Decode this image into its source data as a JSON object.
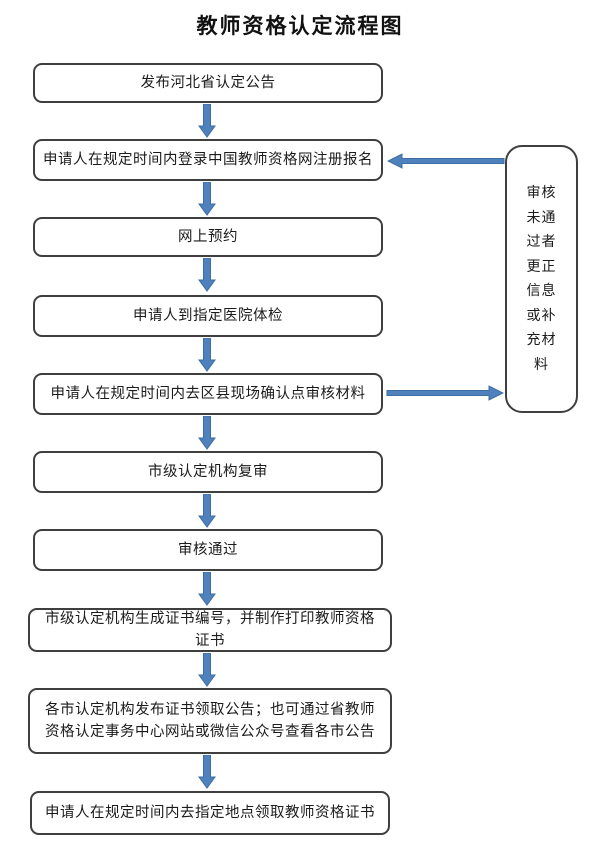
{
  "title": "教师资格认定流程图",
  "flow": {
    "steps": [
      {
        "label": "发布河北省认定公告"
      },
      {
        "label": "申请人在规定时间内登录中国教师资格网注册报名"
      },
      {
        "label": "网上预约"
      },
      {
        "label": "申请人到指定医院体检"
      },
      {
        "label": "申请人在规定时间内去区县现场确认点审核材料"
      },
      {
        "label": "市级认定机构复审"
      },
      {
        "label": "审核通过"
      },
      {
        "label": "市级认定机构生成证书编号，并制作打印教师资格证书"
      },
      {
        "label": "各市认定机构发布证书领取公告；也可通过省教师资格认定事务中心网站或微信公众号查看各市公告"
      },
      {
        "label": "申请人在规定时间内去指定地点领取教师资格证书"
      }
    ],
    "side_note": {
      "label": "审核未通过者更正信息或补充材料"
    }
  },
  "colors": {
    "arrow_fill": "#4F81BD",
    "arrow_stroke": "#3D6DA3",
    "box_border": "#3F3F3F"
  }
}
